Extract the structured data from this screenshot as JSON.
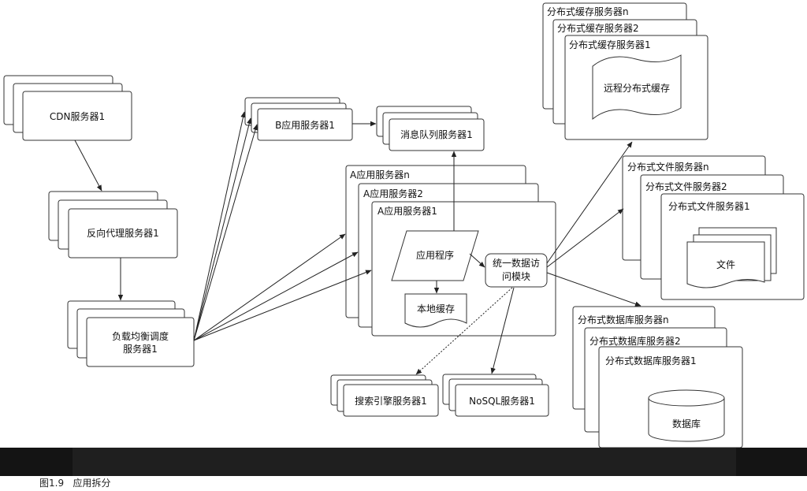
{
  "diagram": {
    "nodes": {
      "cdn": "CDN服务器1",
      "reverse_proxy": "反向代理服务器1",
      "load_balancer_line1": "负载均衡调度",
      "load_balancer_line2": "服务器1",
      "app_b": "B应用服务器1",
      "mq": "消息队列服务器1",
      "app_a_n": "A应用服务器n",
      "app_a_2": "A应用服务器2",
      "app_a_1": "A应用服务器1",
      "app_program": "应用程序",
      "local_cache": "本地缓存",
      "data_access_line1": "统一数据访",
      "data_access_line2": "问模块",
      "search": "搜索引擎服务器1",
      "nosql": "NoSQL服务器1",
      "cache_n": "分布式缓存服务器n",
      "cache_2": "分布式缓存服务器2",
      "cache_1": "分布式缓存服务器1",
      "remote_cache": "远程分布式缓存",
      "file_n": "分布式文件服务器n",
      "file_2": "分布式文件服务器2",
      "file_1": "分布式文件服务器1",
      "file_doc": "文件",
      "db_n": "分布式数据库服务器n",
      "db_2": "分布式数据库服务器2",
      "db_1": "分布式数据库服务器1",
      "database": "数据库"
    },
    "edges": [
      {
        "from": "cdn",
        "to": "reverse_proxy",
        "style": "solid"
      },
      {
        "from": "reverse_proxy",
        "to": "load_balancer",
        "style": "solid"
      },
      {
        "from": "load_balancer",
        "to": "app_b",
        "style": "solid"
      },
      {
        "from": "load_balancer",
        "to": "app_a",
        "style": "solid"
      },
      {
        "from": "app_b",
        "to": "mq",
        "style": "solid"
      },
      {
        "from": "app_a",
        "to": "mq",
        "style": "solid"
      },
      {
        "from": "app_program",
        "to": "data_access",
        "style": "solid"
      },
      {
        "from": "app_program",
        "to": "local_cache",
        "style": "solid"
      },
      {
        "from": "data_access",
        "to": "search",
        "style": "dashed"
      },
      {
        "from": "data_access",
        "to": "nosql",
        "style": "solid"
      },
      {
        "from": "data_access",
        "to": "cache",
        "style": "solid"
      },
      {
        "from": "data_access",
        "to": "file",
        "style": "solid"
      },
      {
        "from": "data_access",
        "to": "db",
        "style": "solid"
      }
    ]
  },
  "caption": "图1.9   应用拆分"
}
